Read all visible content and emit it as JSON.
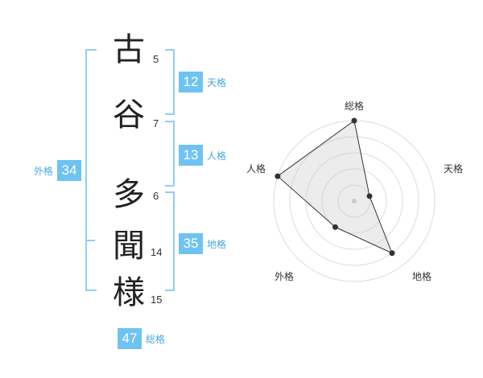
{
  "name": {
    "chars": [
      "古",
      "谷",
      "多",
      "聞",
      "様"
    ],
    "strokes": [
      "5",
      "7",
      "6",
      "14",
      "15"
    ]
  },
  "kakusu": {
    "tenkaku": {
      "value": "12",
      "label": "天格"
    },
    "jinkaku": {
      "value": "13",
      "label": "人格"
    },
    "chikaku": {
      "value": "35",
      "label": "地格"
    },
    "gaikaku": {
      "value": "34",
      "label": "外格"
    },
    "soukaku": {
      "value": "47",
      "label": "総格"
    }
  },
  "radar": {
    "axes": [
      "総格",
      "天格",
      "地格",
      "外格",
      "人格"
    ],
    "levels": 5,
    "values": [
      5,
      1,
      4,
      2,
      5
    ],
    "max": 5
  }
}
